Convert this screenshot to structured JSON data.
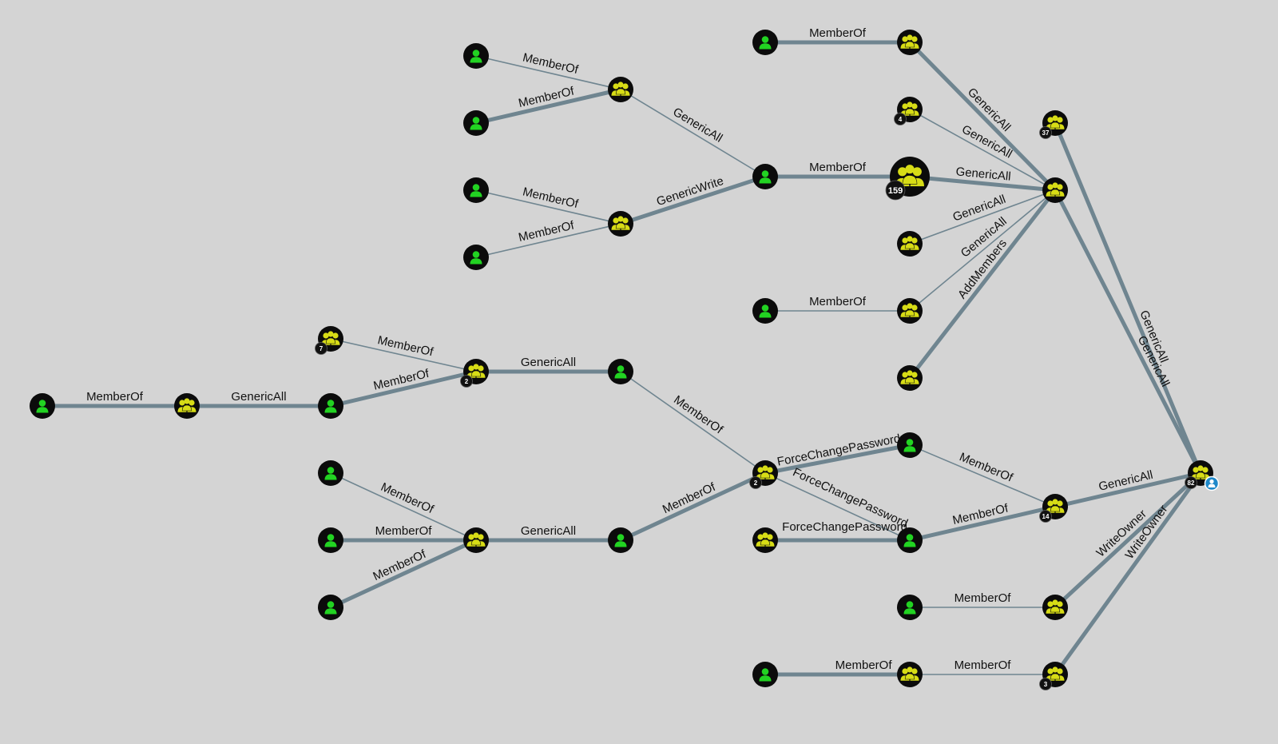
{
  "graph": {
    "nodes": [
      {
        "id": "u1",
        "type": "user"
      },
      {
        "id": "g1",
        "type": "group"
      },
      {
        "id": "u2",
        "type": "user"
      },
      {
        "id": "g7",
        "type": "group",
        "badge": "7"
      },
      {
        "id": "g2a",
        "type": "group",
        "badge": "2"
      },
      {
        "id": "u3",
        "type": "user"
      },
      {
        "id": "u4",
        "type": "user"
      },
      {
        "id": "u5",
        "type": "user"
      },
      {
        "id": "u6",
        "type": "user"
      },
      {
        "id": "gB",
        "type": "group"
      },
      {
        "id": "u7",
        "type": "user"
      },
      {
        "id": "g2b",
        "type": "group",
        "badge": "2"
      },
      {
        "id": "ua1",
        "type": "user"
      },
      {
        "id": "ua2",
        "type": "user"
      },
      {
        "id": "ga",
        "type": "group"
      },
      {
        "id": "ub1",
        "type": "user"
      },
      {
        "id": "ub2",
        "type": "user"
      },
      {
        "id": "gb2",
        "type": "group"
      },
      {
        "id": "uc",
        "type": "user"
      },
      {
        "id": "ud1",
        "type": "user"
      },
      {
        "id": "gd1",
        "type": "group"
      },
      {
        "id": "g4",
        "type": "group",
        "badge": "4"
      },
      {
        "id": "g159",
        "type": "group",
        "badge": "159",
        "large": true
      },
      {
        "id": "ge",
        "type": "group"
      },
      {
        "id": "ud2",
        "type": "user"
      },
      {
        "id": "gd2",
        "type": "group"
      },
      {
        "id": "gf",
        "type": "group"
      },
      {
        "id": "gH",
        "type": "group"
      },
      {
        "id": "g37",
        "type": "group",
        "badge": "37"
      },
      {
        "id": "uF1",
        "type": "user"
      },
      {
        "id": "gF2",
        "type": "group"
      },
      {
        "id": "uF3",
        "type": "user"
      },
      {
        "id": "g14",
        "type": "group",
        "badge": "14"
      },
      {
        "id": "uJ",
        "type": "user"
      },
      {
        "id": "gJ",
        "type": "group"
      },
      {
        "id": "uK",
        "type": "user"
      },
      {
        "id": "gK",
        "type": "group"
      },
      {
        "id": "g3",
        "type": "group",
        "badge": "3"
      },
      {
        "id": "target",
        "type": "group",
        "badge": "82",
        "highvalue": true
      }
    ],
    "edges": [
      {
        "from": "u1",
        "to": "g1",
        "label": "MemberOf"
      },
      {
        "from": "g1",
        "to": "u2",
        "label": "GenericAll"
      },
      {
        "from": "g7",
        "to": "g2a",
        "label": "MemberOf"
      },
      {
        "from": "u2",
        "to": "g2a",
        "label": "MemberOf"
      },
      {
        "from": "g2a",
        "to": "u3",
        "label": "GenericAll"
      },
      {
        "from": "u4",
        "to": "gB",
        "label": "MemberOf"
      },
      {
        "from": "u5",
        "to": "gB",
        "label": "MemberOf"
      },
      {
        "from": "u6",
        "to": "gB",
        "label": "MemberOf"
      },
      {
        "from": "gB",
        "to": "u7",
        "label": "GenericAll"
      },
      {
        "from": "u3",
        "to": "g2b",
        "label": "MemberOf"
      },
      {
        "from": "u7",
        "to": "g2b",
        "label": "MemberOf"
      },
      {
        "from": "ua1",
        "to": "ga",
        "label": "MemberOf"
      },
      {
        "from": "ua2",
        "to": "ga",
        "label": "MemberOf"
      },
      {
        "from": "ga",
        "to": "uc",
        "label": "GenericAll"
      },
      {
        "from": "ub1",
        "to": "gb2",
        "label": "MemberOf"
      },
      {
        "from": "ub2",
        "to": "gb2",
        "label": "MemberOf"
      },
      {
        "from": "gb2",
        "to": "uc",
        "label": "GenericWrite"
      },
      {
        "from": "uc",
        "to": "g159",
        "label": "MemberOf"
      },
      {
        "from": "ud1",
        "to": "gd1",
        "label": "MemberOf"
      },
      {
        "from": "ud2",
        "to": "gd2",
        "label": "MemberOf"
      },
      {
        "from": "gd1",
        "to": "gH",
        "label": "GenericAll"
      },
      {
        "from": "g4",
        "to": "gH",
        "label": "GenericAll"
      },
      {
        "from": "g159",
        "to": "gH",
        "label": "GenericAll"
      },
      {
        "from": "ge",
        "to": "gH",
        "label": "GenericAll"
      },
      {
        "from": "gd2",
        "to": "gH",
        "label": "GenericAll"
      },
      {
        "from": "gf",
        "to": "gH",
        "label": "AddMembers"
      },
      {
        "from": "gH",
        "to": "target",
        "label": "GenericAll"
      },
      {
        "from": "g37",
        "to": "target",
        "label": "GenericAll"
      },
      {
        "from": "g2b",
        "to": "uF1",
        "label": "ForceChangePassword"
      },
      {
        "from": "g2b",
        "to": "uF3",
        "label": "ForceChangePassword"
      },
      {
        "from": "gF2",
        "to": "uF3",
        "label": "ForceChangePassword"
      },
      {
        "from": "uF1",
        "to": "g14",
        "label": "MemberOf"
      },
      {
        "from": "uF3",
        "to": "g14",
        "label": "MemberOf"
      },
      {
        "from": "g14",
        "to": "target",
        "label": "GenericAll"
      },
      {
        "from": "uJ",
        "to": "gJ",
        "label": "MemberOf"
      },
      {
        "from": "gJ",
        "to": "target",
        "label": "WriteOwner"
      },
      {
        "from": "uK",
        "to": "gK",
        "label": "MemberOf"
      },
      {
        "from": "gK",
        "to": "g3",
        "label": "MemberOf"
      },
      {
        "from": "g3",
        "to": "target",
        "label": "WriteOwner"
      }
    ]
  }
}
